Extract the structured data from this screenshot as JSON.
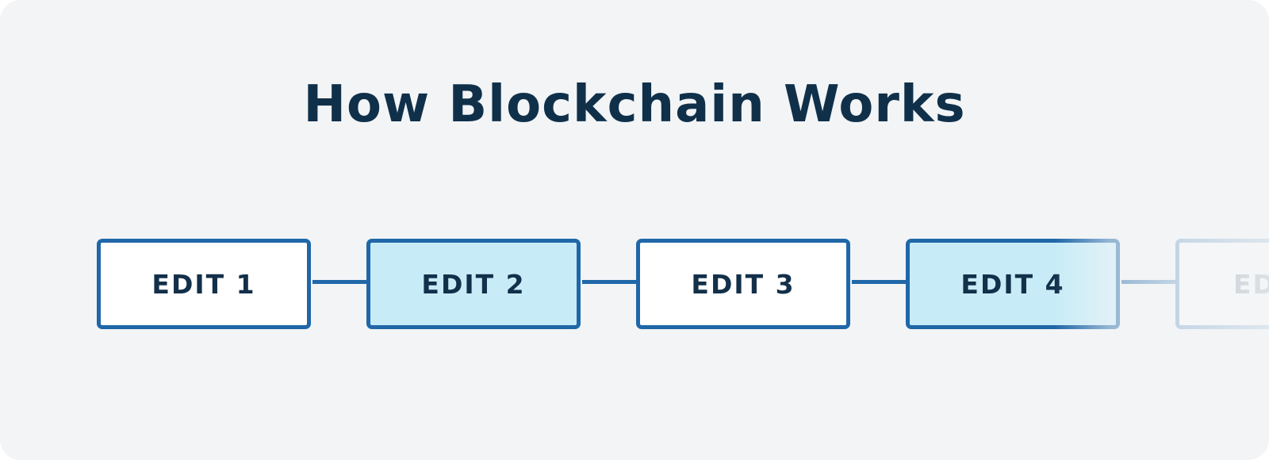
{
  "title": "How Blockchain Works",
  "blocks": [
    {
      "label": "EDIT 1",
      "fill": "#ffffff"
    },
    {
      "label": "EDIT 2",
      "fill": "#c8ecf7"
    },
    {
      "label": "EDIT 3",
      "fill": "#ffffff"
    },
    {
      "label": "EDIT 4",
      "fill": "#c8ecf7"
    },
    {
      "label": "ED",
      "fill": "#ffffff"
    }
  ],
  "colors": {
    "background": "#f2f4f6",
    "border": "#1f67a8",
    "text": "#10304a"
  }
}
